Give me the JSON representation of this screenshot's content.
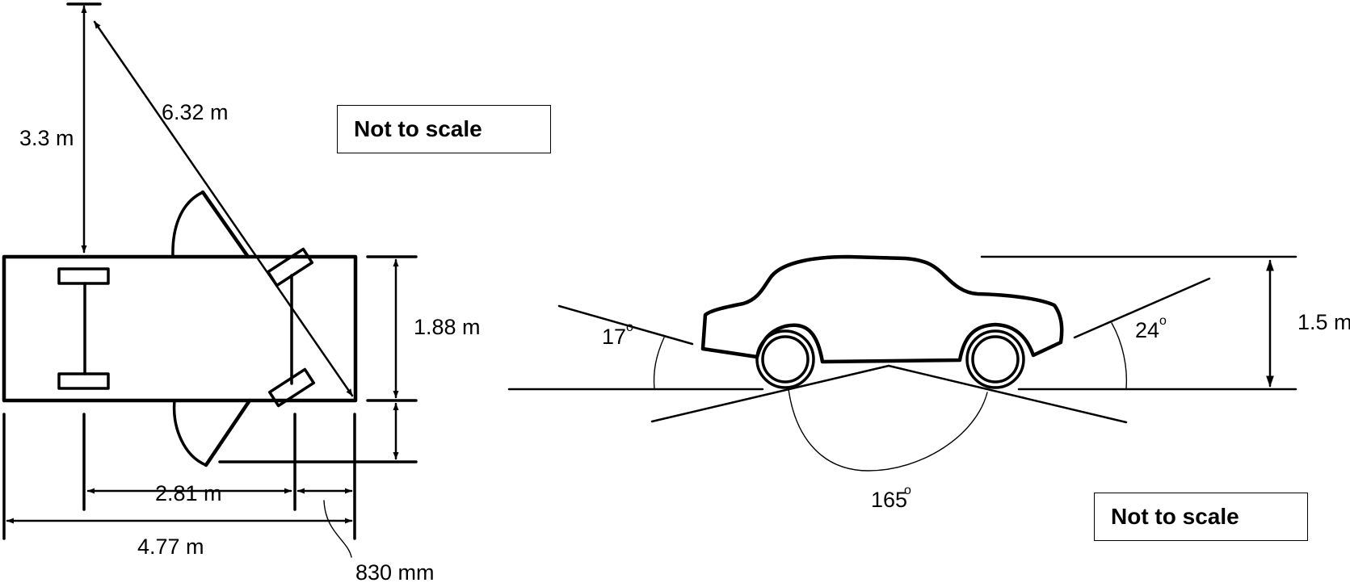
{
  "notes": {
    "left": "Not to scale",
    "right": "Not to scale"
  },
  "dimensions": {
    "front_clearance": "3.3 m",
    "turning_diagonal": "6.32 m",
    "width": "1.88 m",
    "wheelbase": "2.81 m",
    "length": "4.77 m",
    "front_overhang": "830 mm",
    "height": "1.5 m"
  },
  "angles": {
    "approach": "17",
    "departure": "24",
    "breakover": "165",
    "degree_mark": "o"
  }
}
